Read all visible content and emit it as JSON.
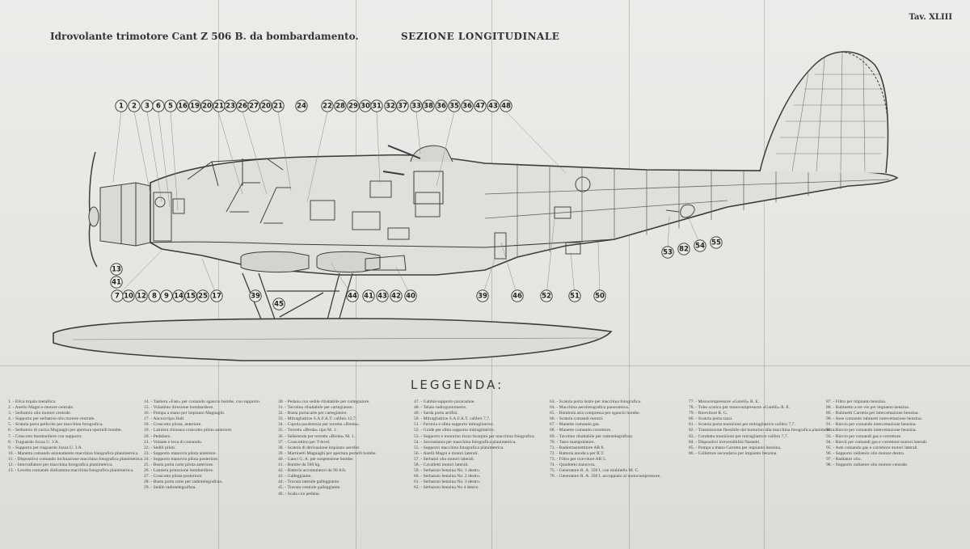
{
  "header": {
    "title": "Idrovolante trimotore Cant Z 506 B. da bombardamento.",
    "section": "SEZIONE LONGITUDINALE",
    "plate": "Tav. XLIII"
  },
  "legend_title": "LEGGENDA:",
  "callouts_top": [
    "1",
    "2",
    "3",
    "6",
    "5",
    "16",
    "19",
    "20",
    "21",
    "23",
    "26",
    "27",
    "20",
    "21",
    "24",
    "22",
    "28",
    "29",
    "30",
    "31",
    "32",
    "37",
    "33",
    "38",
    "36",
    "35",
    "36",
    "47",
    "43",
    "48"
  ],
  "callouts_left": [
    "13",
    "41"
  ],
  "callouts_bottom": [
    "7",
    "10",
    "12",
    "8",
    "9",
    "14",
    "15",
    "25",
    "17",
    "39",
    "45",
    "44",
    "41",
    "43",
    "42",
    "40",
    "39",
    "46",
    "52",
    "51",
    "50"
  ],
  "callouts_tail": [
    "53",
    "82",
    "54",
    "55"
  ],
  "legend_columns": [
    [
      "1. - Elica tripala metallica.",
      "2. - Anello Magni e motore centrale.",
      "3. - Serbatoio olio motore centrale.",
      "4. - Supporto per serbatoio olio motore centrale.",
      "5. - Scatola porta pellicole per macchina fotografica.",
      "6. - Serbatoio di carica Magnaghi per apertura sportelli bombe.",
      "7. - Crescotto bombardiere con supporto.",
      "8. - Traguardo Jozza U. 3 A.",
      "9. - Supporto per traguardo Jozza U. 3 A.",
      "10. - Manetta comando azionamento macchina fotografica planimetrica.",
      "11. - Dispositivo comando inclinazione macchina fotografica planimetrica.",
      "12. - Intervallatore per macchina fotografica planimetrica.",
      "13. - Levetta comando diaframma macchina fotografica planimetrica."
    ],
    [
      "14. - Tastiera «Fast» per comando sgancio bombe, con supporto.",
      "15. - Volantino direzione bombardiere.",
      "16. - Pompa a mano per impianto Magnaghi.",
      "17. - Ancora tipo Hall.",
      "18. - Cruscotto pilota, anteriore.",
      "19. - Lamiera chiusura cruscotto pilota anteriore.",
      "20. - Pedaliere.",
      "21. - Volante e leva di comando.",
      "22. - Sedili piloti.",
      "23. - Supporto manovra pilota anteriore.",
      "24. - Supporto manovra pilota posteriore.",
      "25. - Busta porta carte pilota anteriore.",
      "26. - Lamiera protezione bombardiere.",
      "27. - Cruscotto pilota posteriore.",
      "28. - Busta porta carte per radiotelegrafista.",
      "29. - Sedile radiotelegrafista."
    ],
    [
      "30. - Pedana con sedile ribaltabile per cartegiatore.",
      "31. - Tavolino ribaltabile per cartegiatore.",
      "32. - Busta portacarte per cartegiatore.",
      "33. - Mitragliatrice S.A.F.A.T. calibro 12,7.",
      "34. - Cupola parabrezza per torretta «Breda».",
      "35. - Torretta «Breda» tipo M. 1.",
      "36. - Sellerenda per torretta «Breda» M. 1.",
      "37. - Cruscottino per T-level.",
      "38. - Scatola di derivazione impianto aerofot.",
      "39. - Martinetti Magnaghi per apertura portelli bombe.",
      "40. - Ganci G. A. per sospensione bombe.",
      "41. - Bombe da 500 kg.",
      "42. - Batteria accumulatori da 90 A/h.",
      "43. - Galleggiante.",
      "44. - Travata laterale galleggiante.",
      "45. - Travata centrale galleggiante.",
      "46. - Scala con pedana."
    ],
    [
      "47. - Gabbia supporto paracadute.",
      "48. - Telaio radiogoniometro.",
      "49. - Sarda porta artifizi.",
      "50. - Mitragliatrice S.A.F.A.T. calibro 7,7.",
      "51. - Feritoia e slitta supporto mitragliatrice.",
      "52. - Guide per slitta supporto mitragliatrice.",
      "53. - Supporto e motorino Jozzi-Scarpini per macchina fotografica.",
      "54. - Sovrastanza per macchina fotografica planimetrica.",
      "55. - Supporto macchina fotografica planimetrica.",
      "56. - Anelli Magni e motori laterali.",
      "57. - Serbatoi olio motori laterali.",
      "58. - Cavalletti motori laterali.",
      "59. - Serbatoio benzina No. 1 destro.",
      "60. - Serbatoio benzina No. 2 destro.",
      "61. - Serbatoio benzina No. 3 destro.",
      "62. - Serbatoio benzina No 4 destro."
    ],
    [
      "63. - Scatola porta lastre per macchina fotografica.",
      "64. - Macchina aerofotografica panoramica.",
      "65. - Bombola aria compressa per sgancio bombe.",
      "66. - Scatola comandi motori.",
      "67. - Manette comando gas.",
      "68. - Manette comando correttore.",
      "69. - Tavolino ribaltabile per radiotelegrafista.",
      "70. - Tasto manipolatore.",
      "71. - Radiotrasmettitore AR 8.",
      "72. - Batteria anodica per R.T.",
      "73. - Filtro per ricevitore AR 5.",
      "74. - Quadretto manovra.",
      "75. - Generatore R. A. 350 I. con mulinello M. C.",
      "76. - Generatore R. A. 350 I. accoppiato al motocompressore."
    ],
    [
      "77. - Motocompressore «Garelli» R. E.",
      "78. - Tubo scarico per motocompressore «Garelli» R. E.",
      "79. - Ricevitore R. G.",
      "80. - Scatola porta razzi.",
      "81. - Scatola porta munizioni per mitragliatrice calibro 7,7.",
      "82. - Trasmissione flessibile dal motorino alla macchina fotografica planimetrica.",
      "83. - Condotta munizioni per mitragliatrice calibro 7,7.",
      "84. - Dispositivi irreversibilità Nassetti.",
      "85. - Pompa a mano Carretta per impianto benzina.",
      "86. - Collettore secondario per impianto benzina."
    ],
    [
      "87. - Filtro per impianto benzina.",
      "88. - Rubinetto a tre vie per impianto benzina.",
      "89. - Rubinetti Carretta per intercettazione benzina.",
      "90. - Asse comando rubinetti intercettazione benzina.",
      "91. - Rinvio per comando intercettazione benzina.",
      "92. - Rinvio per comando intercettazione benzina.",
      "93. - Rinvio per comandi gas e correttore.",
      "94. - Rinvii per comandi gas e correttore motori laterali.",
      "95. - Aste comando gas e correttore motori laterali.",
      "96. - Supporto radiatore olio motore destro.",
      "97. - Radiatori olio.",
      "98. - Supporto radiatore olio motore centrale."
    ]
  ]
}
